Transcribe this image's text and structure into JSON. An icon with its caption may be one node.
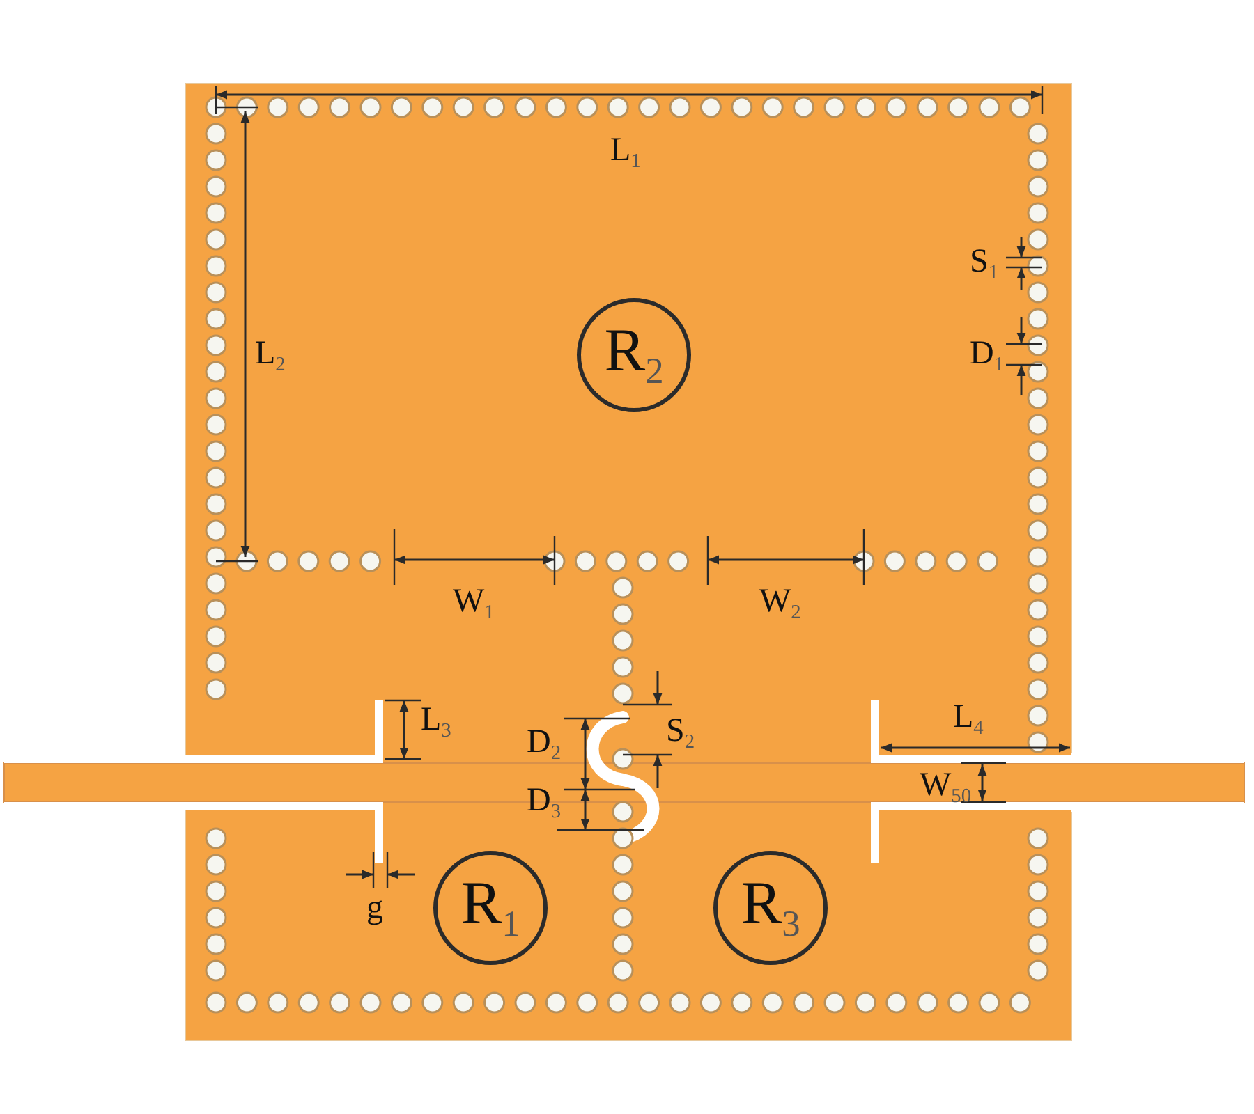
{
  "diagram": {
    "nodes": [
      {
        "text": [
          "R$_{2}$"
        ]
      },
      {
        "text": [
          "R$_{1}$"
        ]
      },
      {
        "text": [
          "R$_{3}$"
        ]
      }
    ],
    "labels": [
      "L$_{1}$",
      "S$_{1}$",
      "L$_{2}$",
      "D$_{1}$",
      "W$_{1}$",
      "W$_{2}$",
      "L$_{3}$",
      "L$_{4}$",
      "D$_{2}$",
      "S$_{2}$",
      "W$_{50}$",
      "D$_{3}$",
      "g"
    ]
  }
}
